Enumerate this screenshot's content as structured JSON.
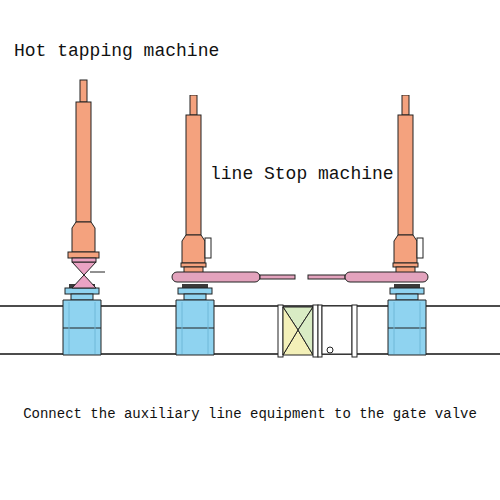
{
  "diagram": {
    "caption": "Connect the auxiliary line equipment to the gate valve",
    "labels": [
      "Hot tapping machine",
      "line Stop machine"
    ]
  }
}
